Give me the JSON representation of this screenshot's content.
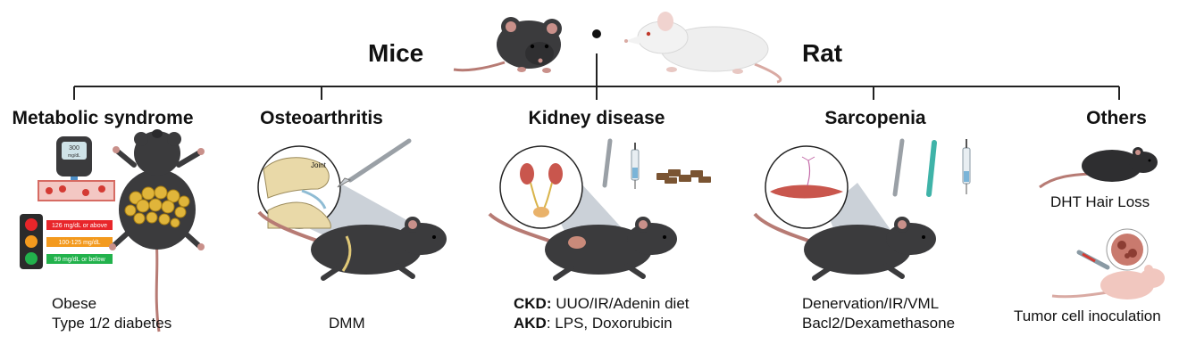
{
  "header": {
    "left_title": "Mice",
    "right_title": "Rat"
  },
  "categories": [
    {
      "name": "Metabolic syndrome",
      "lines": [
        "Obese",
        "Type 1/2 diabetes"
      ],
      "glucose_scale": [
        {
          "label": "126 mg/dL or above",
          "color": "#e8262a"
        },
        {
          "label": "100-125 mg/dL",
          "color": "#f39a1e"
        },
        {
          "label": "99 mg/dL or below",
          "color": "#22b24c"
        }
      ],
      "meter_text": [
        "300",
        "mg/dL"
      ]
    },
    {
      "name": "Osteoarthritis",
      "lines": [
        "DMM"
      ],
      "callout_label": "Joint"
    },
    {
      "name": "Kidney disease",
      "lines": [
        {
          "bold": "CKD:",
          "text": " UUO/IR/Adenin diet"
        },
        {
          "bold": "AKD",
          "text": ": LPS, Doxorubicin"
        }
      ]
    },
    {
      "name": "Sarcopenia",
      "lines": [
        "Denervation/IR/VML",
        "Bacl2/Dexamethasone"
      ]
    },
    {
      "name": "Others",
      "lines": [
        "DHT Hair Loss",
        "Tumor cell inoculation"
      ]
    }
  ],
  "colors": {
    "mouse_body": "#3b3b3d",
    "mouse_dark": "#2a2a2c",
    "mouse_tail": "#b77b74",
    "ear_inner": "#c9908a",
    "rat_body": "#eeeeee",
    "lines": "#222222",
    "muscle": "#c9564d",
    "fat": "#e0b53a",
    "kidney": "#c98a7a"
  }
}
